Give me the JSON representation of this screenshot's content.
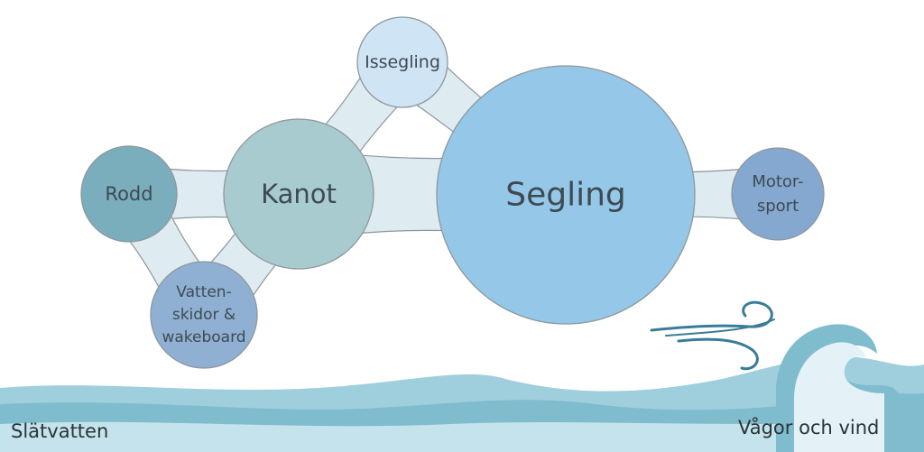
{
  "diagram": {
    "nodes": [
      {
        "id": "rodd",
        "lines": [
          "Rodd"
        ],
        "color": "#7aaebc"
      },
      {
        "id": "kanot",
        "lines": [
          "Kanot"
        ],
        "color": "#a8cbcf"
      },
      {
        "id": "vattenskidor",
        "lines": [
          "Vatten-",
          "skidor &",
          "wakeboard"
        ],
        "color": "#8fb0d3"
      },
      {
        "id": "issegling",
        "lines": [
          "Issegling"
        ],
        "color": "#cfe5f6"
      },
      {
        "id": "segling",
        "lines": [
          "Segling"
        ],
        "color": "#95c8e8"
      },
      {
        "id": "motorsport",
        "lines": [
          "Motor-",
          "sport"
        ],
        "color": "#85a8d0"
      }
    ],
    "connections": [
      [
        "rodd",
        "kanot"
      ],
      [
        "rodd",
        "vattenskidor"
      ],
      [
        "kanot",
        "vattenskidor"
      ],
      [
        "kanot",
        "issegling"
      ],
      [
        "kanot",
        "segling"
      ],
      [
        "issegling",
        "segling"
      ],
      [
        "segling",
        "motorsport"
      ]
    ],
    "connector_color": "#deebf1",
    "outline_color": "#8e979c"
  },
  "labels": {
    "left": "Slätvatten",
    "right": "Vågor och vind"
  },
  "colors": {
    "wave_back": "#9fcfdc",
    "wave_mid": "#7fbccd",
    "wave_front": "#c4e3ec",
    "wind": "#3a7c97"
  }
}
